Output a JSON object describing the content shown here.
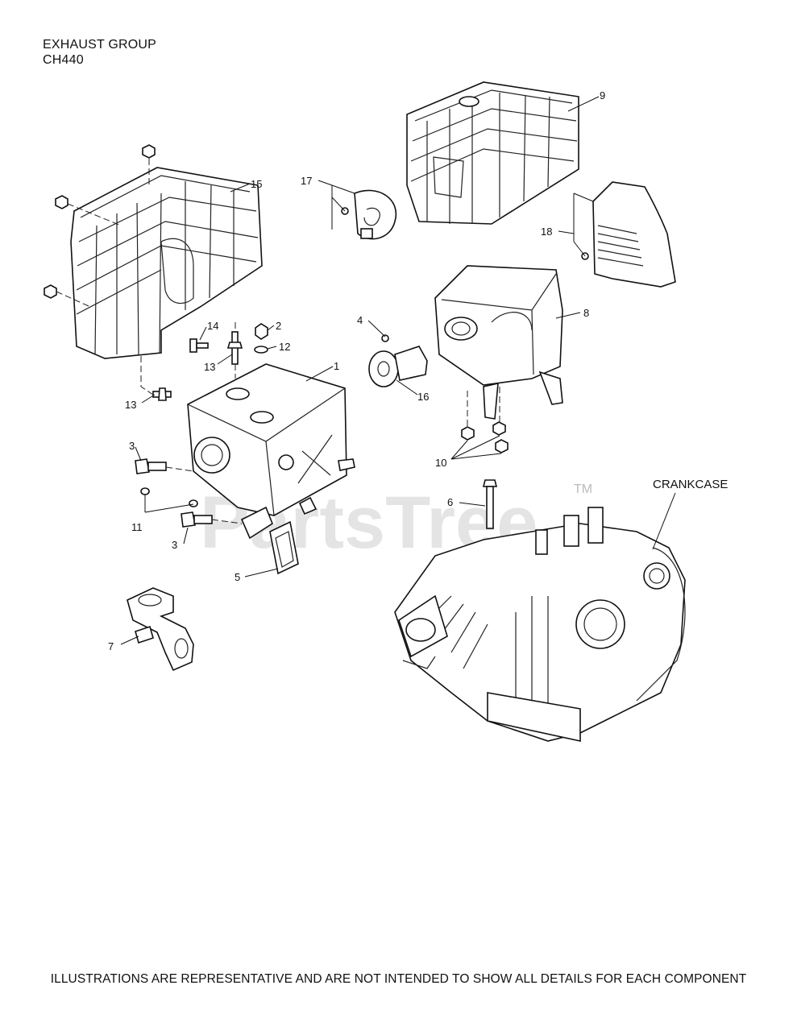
{
  "header": {
    "title_line1": "EXHAUST GROUP",
    "title_line2": "CH440"
  },
  "footer": {
    "note": "ILLUSTRATIONS ARE REPRESENTATIVE AND ARE NOT INTENDED TO SHOW ALL DETAILS FOR EACH COMPONENT"
  },
  "watermark": {
    "text": "PartsTree",
    "tm": "TM"
  },
  "callouts": {
    "c1": "1",
    "c2": "2",
    "c3a": "3",
    "c3b": "3",
    "c4": "4",
    "c5": "5",
    "c6": "6",
    "c7": "7",
    "c8": "8",
    "c9": "9",
    "c10": "10",
    "c11": "11",
    "c12": "12",
    "c13a": "13",
    "c13b": "13",
    "c14": "14",
    "c15": "15",
    "c16": "16",
    "c17": "17",
    "c18": "18",
    "crankcase": "CRANKCASE"
  }
}
